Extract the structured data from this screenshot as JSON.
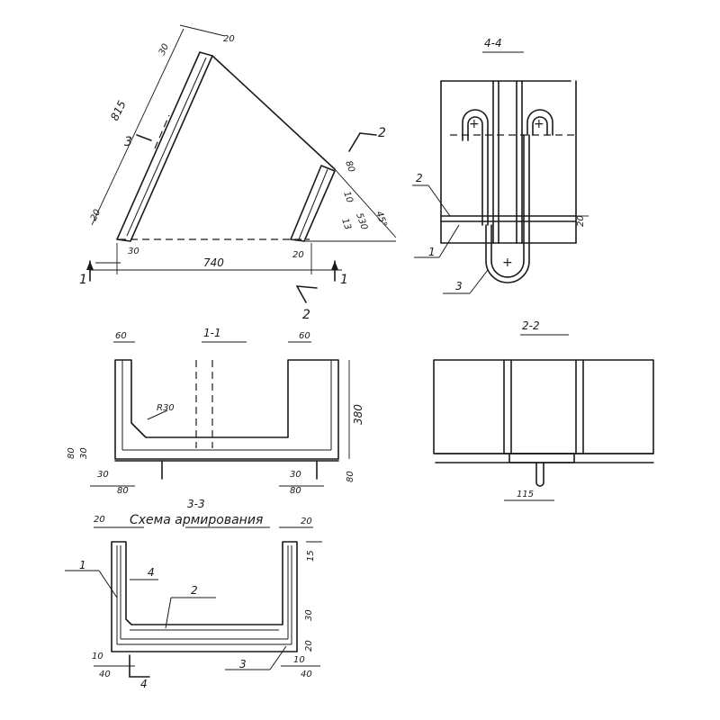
{
  "sections": {
    "s44": "4-4",
    "s11": "1-1",
    "s22": "2-2",
    "s33": "3-3",
    "scheme_title": "Схема армирования"
  },
  "markers": {
    "one": "1",
    "two": "2",
    "three": "3",
    "four": "4"
  },
  "dims": {
    "d815": "815",
    "d740": "740",
    "d30": "30",
    "d20": "20",
    "d20b": "20",
    "d30b": "30",
    "d80": "80",
    "d10": "10",
    "d13": "13",
    "d530": "530",
    "d45": "45°",
    "d60a": "60",
    "d60b": "60",
    "d380": "380",
    "r30": "R30",
    "d80a": "80",
    "d30c": "30",
    "d80b": "80",
    "d30d": "30",
    "d80c": "80",
    "d80d": "80",
    "d20c": "20",
    "d115": "115",
    "d20d": "20",
    "d20e": "20",
    "d15": "15",
    "d30e": "30",
    "d10b": "10",
    "d40a": "40",
    "d40b": "40",
    "d20f": "20",
    "d10c": "10",
    "d20g": "20"
  }
}
